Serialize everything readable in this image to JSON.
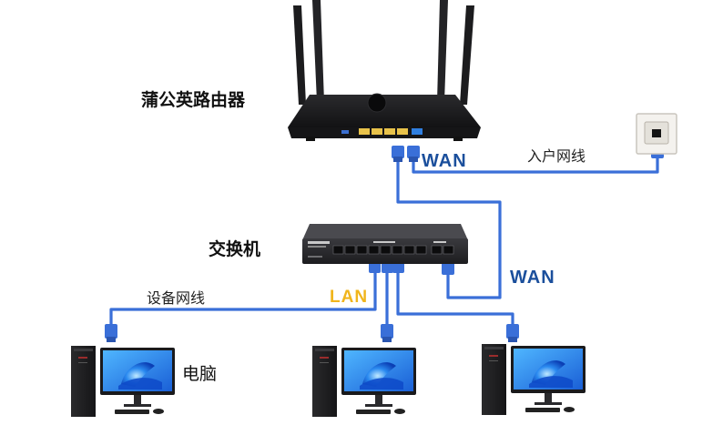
{
  "labels": {
    "router": "蒲公英路由器",
    "switch": "交换机",
    "wan_top": "WAN",
    "wan_right": "WAN",
    "household_line": "入户网线",
    "lan": "LAN",
    "device_line": "设备网线",
    "computer": "电脑"
  },
  "colors": {
    "cable": "#3a6fd8",
    "wan_text": "#1b4f9c",
    "lan_text": "#f0b51c",
    "device_body": "#1e1e20",
    "router_body": "#1b1b1d",
    "wan_port": "#2f7fe0",
    "lan_port": "#e8c24a"
  },
  "icons": [
    "router-icon",
    "switch-icon",
    "wall-socket-icon",
    "computer-icon"
  ]
}
